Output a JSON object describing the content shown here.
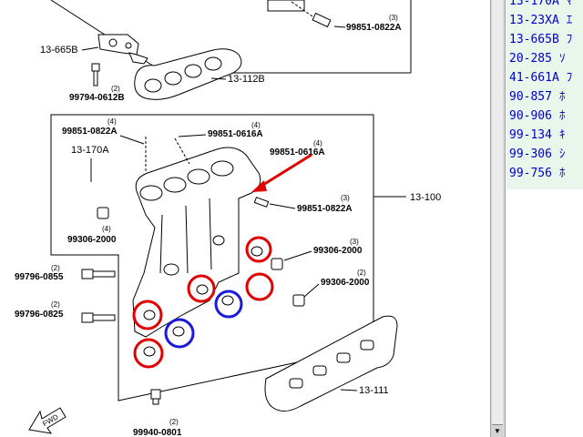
{
  "diagram": {
    "labels": {
      "top_bolt": "99851-0822A",
      "top_bolt_qty": "(3)",
      "bracket": "13-665B",
      "bracket_bolt": "99794-0612B",
      "bracket_bolt_qty": "(2)",
      "gasket_top": "13-112B",
      "stud_a": "99851-0822A",
      "stud_a_qty": "(4)",
      "stud_b": "99851-0616A",
      "stud_b_qty": "(4)",
      "manifold": "13-170A",
      "stud_c": "99851-0616A",
      "stud_c_qty": "(4)",
      "stud_d": "99851-0822A",
      "stud_d_qty": "(3)",
      "main": "13-100",
      "plug_left": "99306-2000",
      "plug_left_qty": "(4)",
      "plug_right_a": "99306-2000",
      "plug_right_a_qty": "(3)",
      "plug_right_b": "99306-2000",
      "plug_right_b_qty": "(2)",
      "bolt_upper": "99796-0855",
      "bolt_upper_qty": "(2)",
      "bolt_lower": "99796-0825",
      "bolt_lower_qty": "(2)",
      "gasket_bottom": "13-111",
      "bottom_bolt": "99940-0801",
      "bottom_bolt_qty": "(2)",
      "fwd": "FWD"
    },
    "colors": {
      "highlight_red": "#e00000",
      "highlight_blue": "#1a1ad8",
      "arrow": "#e00000"
    }
  },
  "parts_list": {
    "rows": [
      {
        "code": "13-170A",
        "desc": "ﾏ"
      },
      {
        "code": "13-23XA",
        "desc": "ｴ"
      },
      {
        "code": "13-665B",
        "desc": "ﾌ"
      },
      {
        "code": "20-285",
        "desc": "ｿ"
      },
      {
        "code": "41-661A",
        "desc": "ﾌ"
      },
      {
        "code": "90-857",
        "desc": "ﾎ"
      },
      {
        "code": "90-906",
        "desc": "ﾎ"
      },
      {
        "code": "99-134",
        "desc": "ｷ"
      },
      {
        "code": "99-306",
        "desc": "ｼ"
      },
      {
        "code": "99-756",
        "desc": "ﾎ"
      }
    ]
  }
}
